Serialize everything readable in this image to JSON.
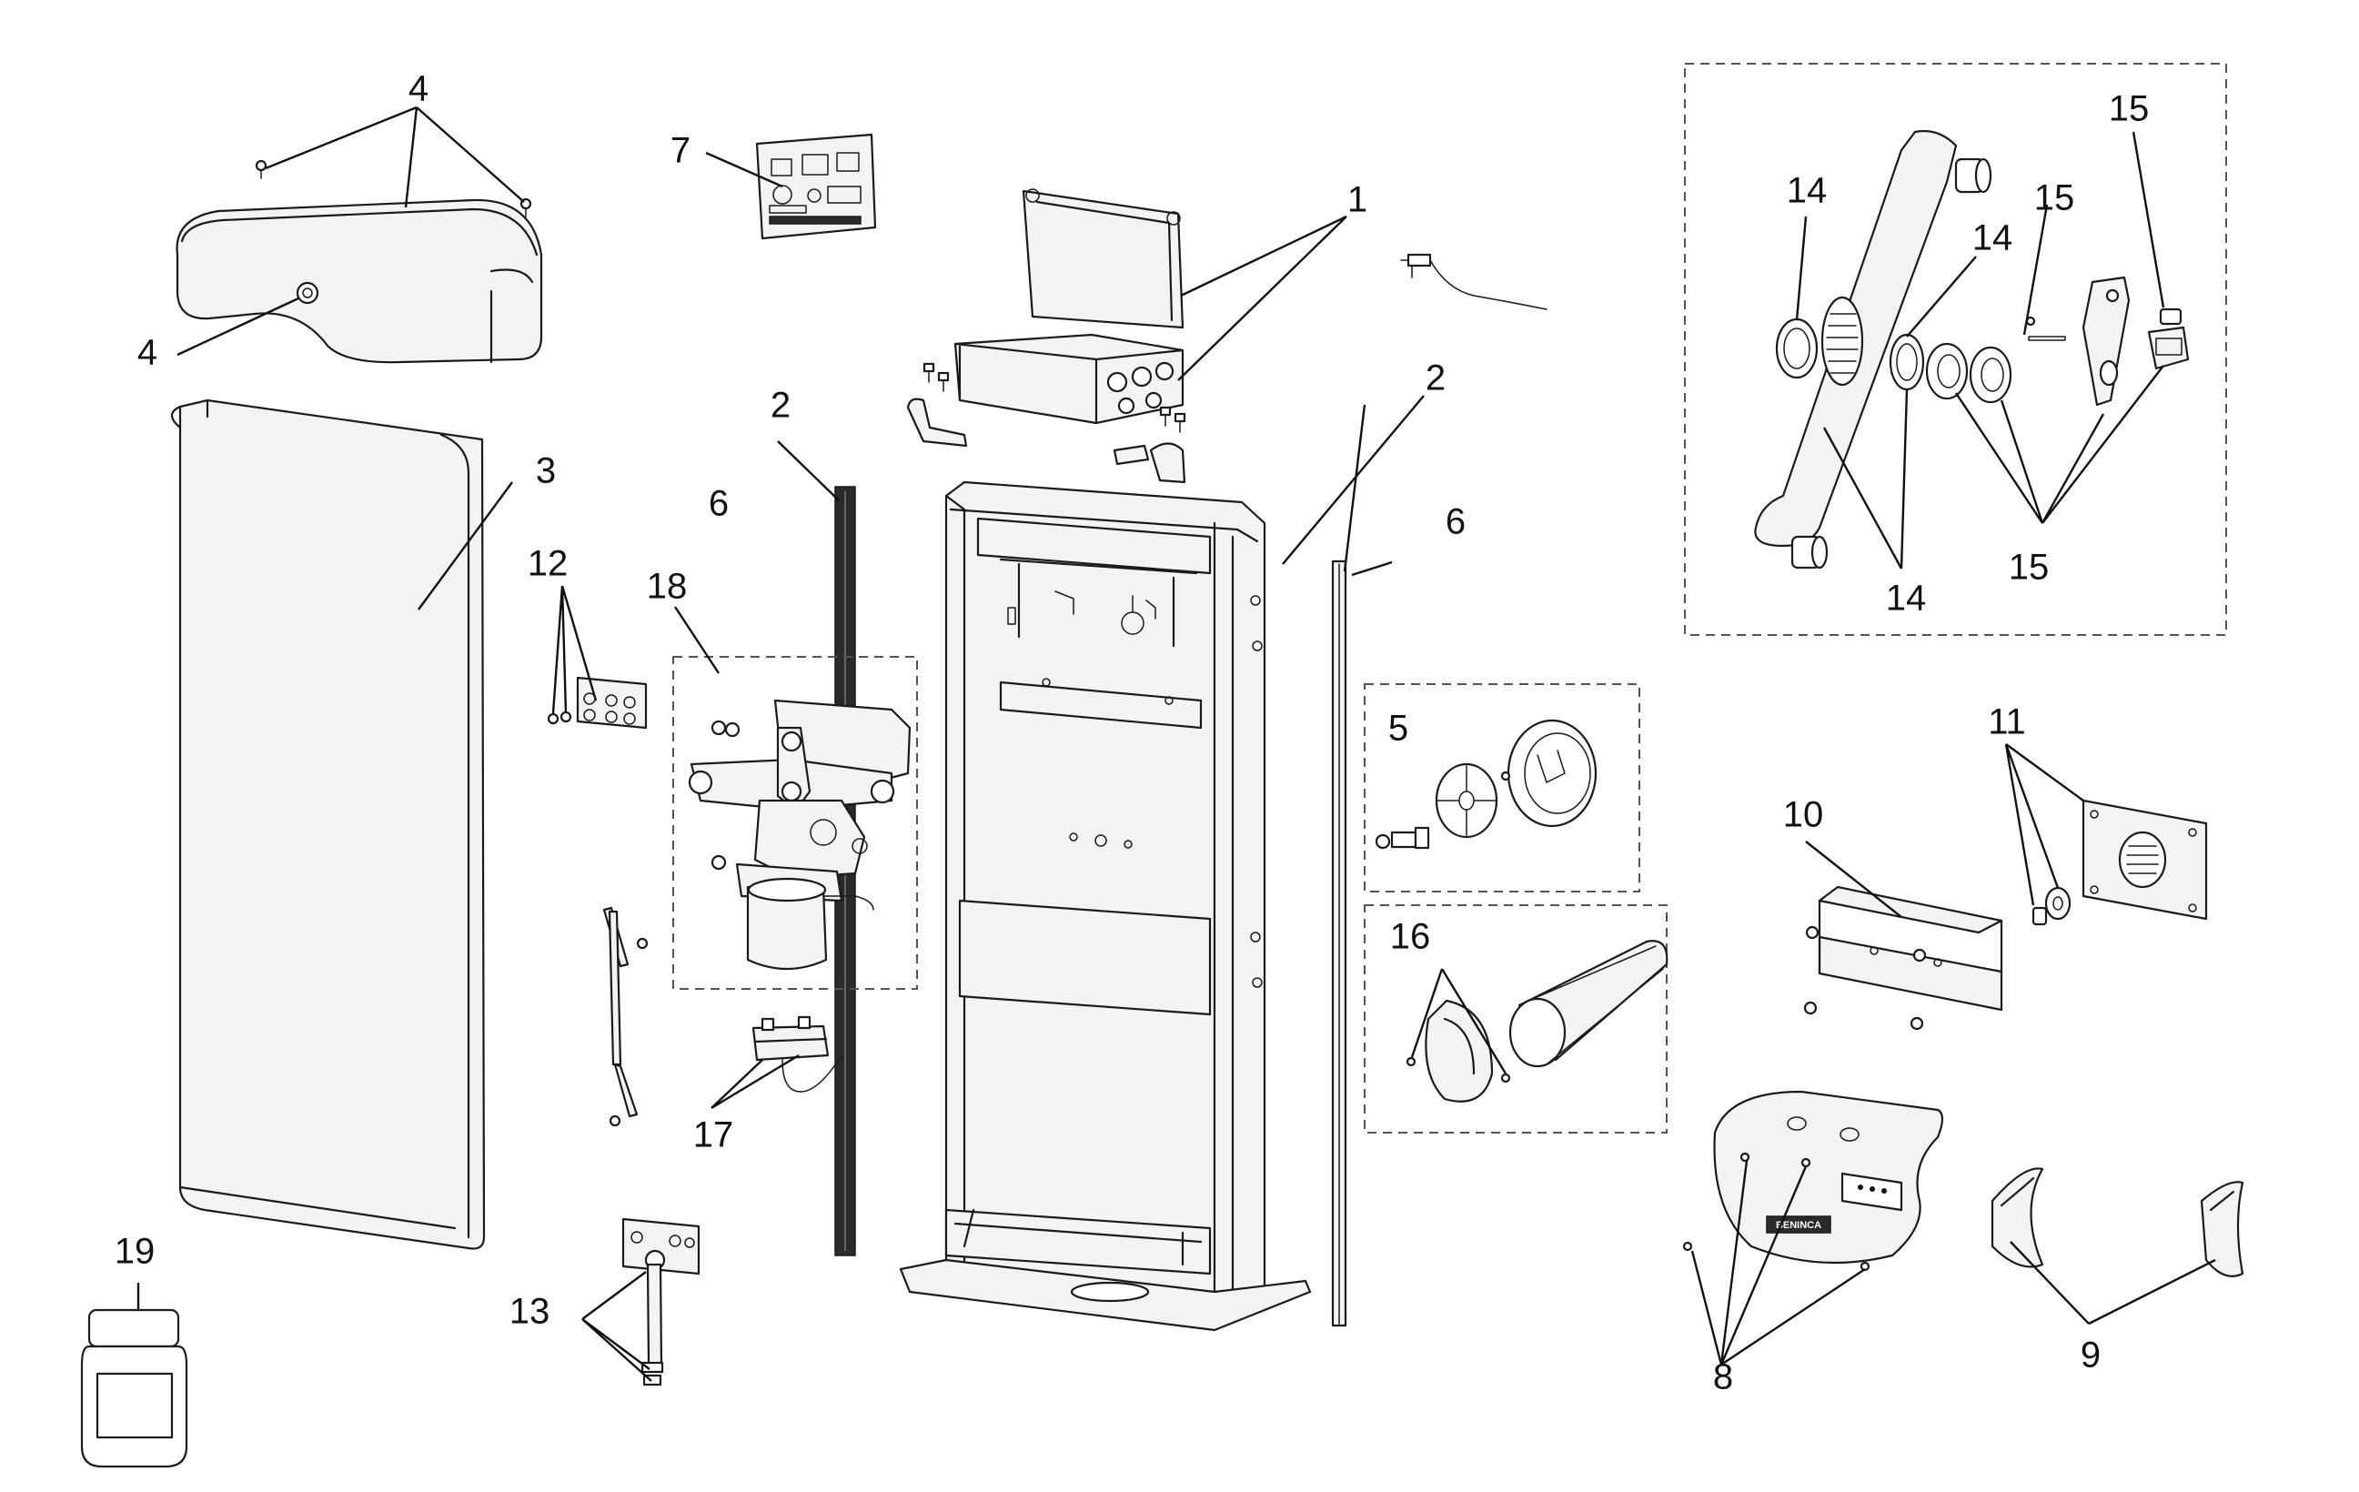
{
  "callouts": [
    {
      "id": "c4a",
      "text": "4"
    },
    {
      "id": "c4b",
      "text": "4"
    },
    {
      "id": "c7",
      "text": "7"
    },
    {
      "id": "c1",
      "text": "1"
    },
    {
      "id": "c3",
      "text": "3"
    },
    {
      "id": "c2a",
      "text": "2"
    },
    {
      "id": "c6a",
      "text": "6"
    },
    {
      "id": "c2b",
      "text": "2"
    },
    {
      "id": "c6b",
      "text": "6"
    },
    {
      "id": "c12",
      "text": "12"
    },
    {
      "id": "c18",
      "text": "18"
    },
    {
      "id": "c5",
      "text": "5"
    },
    {
      "id": "c16",
      "text": "16"
    },
    {
      "id": "c17",
      "text": "17"
    },
    {
      "id": "c13",
      "text": "13"
    },
    {
      "id": "c19",
      "text": "19"
    },
    {
      "id": "c15a",
      "text": "15"
    },
    {
      "id": "c14a",
      "text": "14"
    },
    {
      "id": "c15b",
      "text": "15"
    },
    {
      "id": "c14b",
      "text": "14"
    },
    {
      "id": "c15c",
      "text": "15"
    },
    {
      "id": "c14c",
      "text": "14"
    },
    {
      "id": "c11",
      "text": "11"
    },
    {
      "id": "c10",
      "text": "10"
    },
    {
      "id": "c8",
      "text": "8"
    },
    {
      "id": "c9",
      "text": "9"
    }
  ],
  "label_plate": {
    "text": "BENINCA"
  }
}
